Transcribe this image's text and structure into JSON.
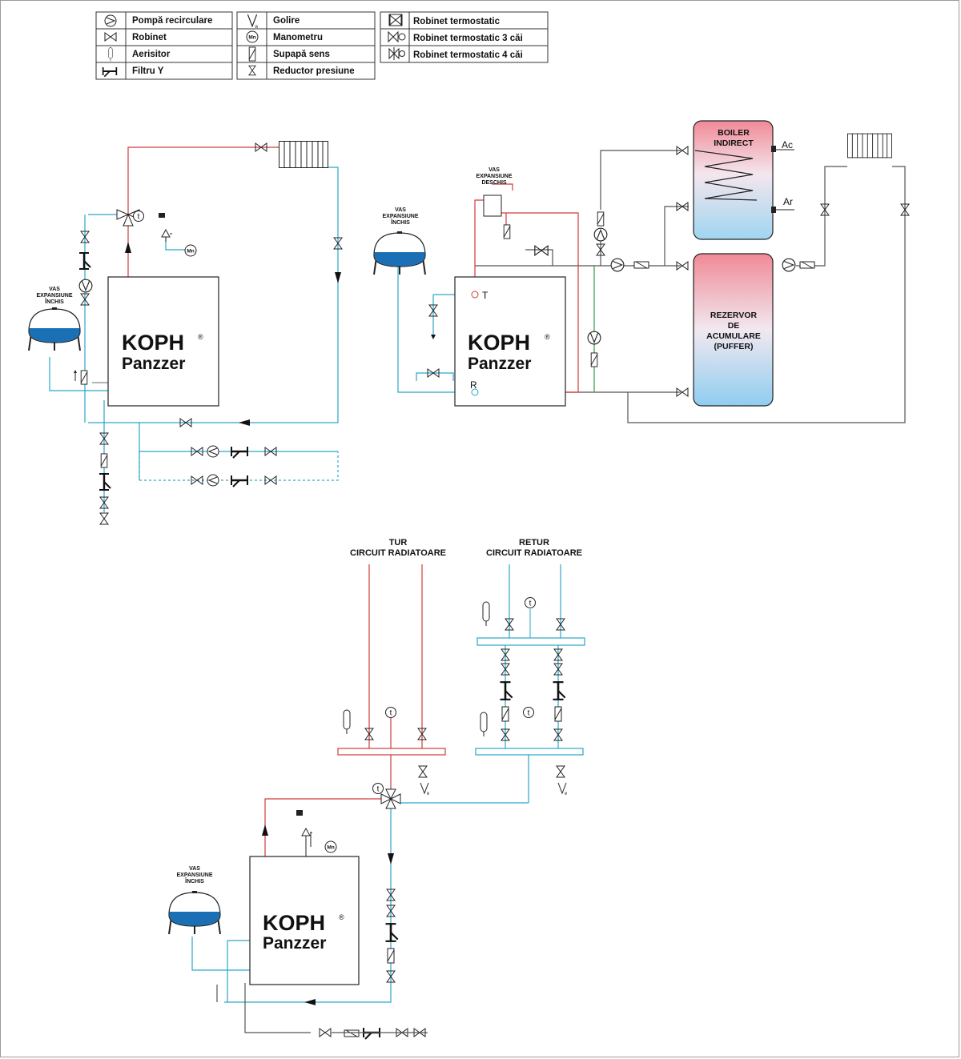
{
  "legend": {
    "col1": [
      "Pompă recirculare",
      "Robinet",
      "Aerisitor",
      "Filtru Y"
    ],
    "col2": [
      "Golire",
      "Manometru",
      "Supapă sens",
      "Reductor presiune"
    ],
    "col3": [
      "Robinet termostatic",
      "Robinet termostatic 3 căi",
      "Robinet termostatic 4 căi"
    ]
  },
  "brand": {
    "line1": "KOPH",
    "line2": "Panzzer",
    "reg": "®"
  },
  "vessel": {
    "l1": "VAS",
    "l2": "EXPANSIUNE",
    "l3": "ÎNCHIS"
  },
  "vessel_open": {
    "l1": "VAS",
    "l2": "EXPANSIUNE",
    "l3": "DESCHIS"
  },
  "boiler": {
    "l1": "BOILER",
    "l2": "INDIRECT",
    "ac": "Ac",
    "ar": "Ar"
  },
  "puffer": {
    "l1": "REZERVOR",
    "l2": "DE",
    "l3": "ACUMULARE",
    "l4": "(PUFFER)"
  },
  "ports": {
    "t": "T",
    "r": "R"
  },
  "tur": {
    "l1": "TUR",
    "l2": "CIRCUIT RADIATOARE"
  },
  "retur": {
    "l1": "RETUR",
    "l2": "CIRCUIT RADIATOARE"
  },
  "glyphs": {
    "temp": "t",
    "mn": "Mn",
    "w": "w"
  },
  "colors": {
    "hot": "#d23b3b",
    "cold": "#2aa6c9",
    "neutral": "#555555",
    "green": "#2f9a4e",
    "water": "#1b6fb5"
  }
}
